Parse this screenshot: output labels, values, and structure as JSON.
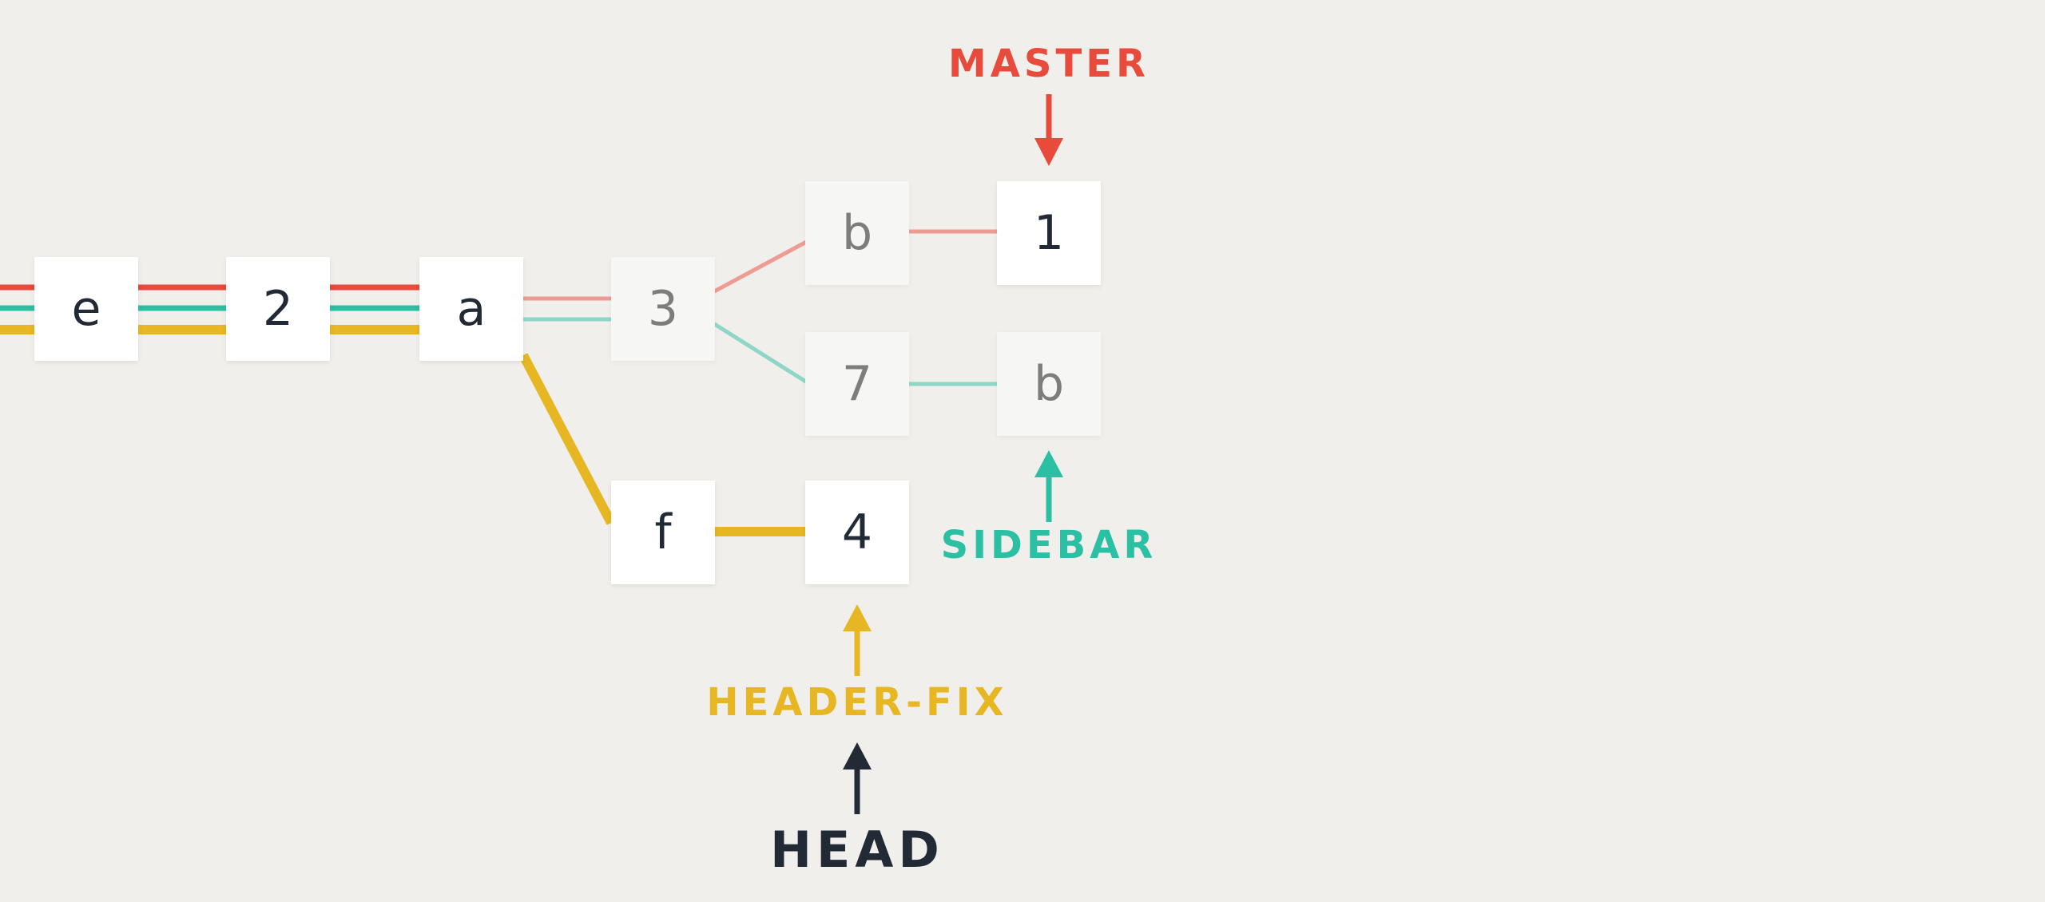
{
  "colors": {
    "background": "#f0efeb",
    "master": "#e84a3b",
    "sidebar": "#2bbfa4",
    "header_fix": "#e6b623",
    "head": "#222b35"
  },
  "commits": {
    "e": "e",
    "c2": "2",
    "a": "a",
    "c3": "3",
    "b_master": "b",
    "c1": "1",
    "c7": "7",
    "b_sidebar": "b",
    "f": "f",
    "c4": "4"
  },
  "labels": {
    "master": "MASTER",
    "sidebar": "SIDEBAR",
    "header_fix": "HEADER-FIX",
    "head": "HEAD"
  }
}
